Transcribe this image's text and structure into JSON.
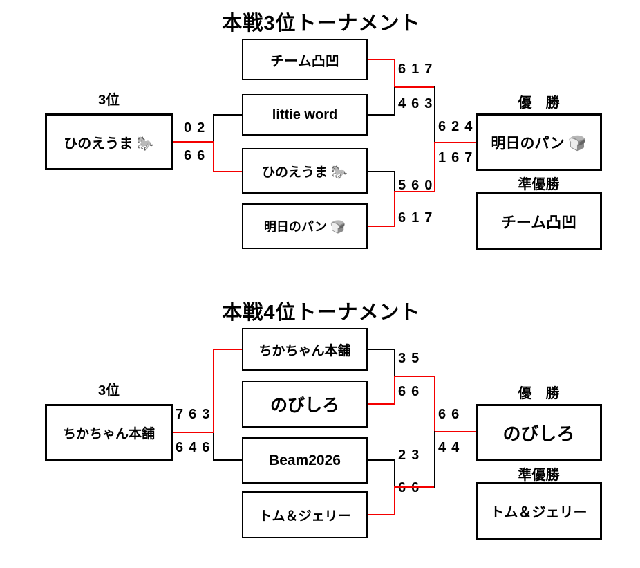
{
  "colors": {
    "background": "#ffffff",
    "line": "#000000",
    "winner_path": "#f40000"
  },
  "brackets": [
    {
      "title": "本戦3位トーナメント",
      "third": {
        "label": "3位",
        "name": "ひのえうま 🐎",
        "score_top": "02",
        "score_bottom": "66"
      },
      "entrants": {
        "t1": "チーム凸凹",
        "t2": "littie word",
        "t3": "ひのえうま 🐎",
        "t4": "明日のパン 🍞"
      },
      "scores": {
        "sf1_top": "617",
        "sf1_bottom": "463",
        "sf2_top": "560",
        "sf2_bottom": "617",
        "final_top": "624",
        "final_bottom": "167"
      },
      "champion": {
        "label": "優　勝",
        "name": "明日のパン 🍞"
      },
      "runner_up": {
        "label": "準優勝",
        "name": "チーム凸凹"
      }
    },
    {
      "title": "本戦4位トーナメント",
      "third": {
        "label": "3位",
        "name": "ちかちゃん本舗",
        "score_top": "763",
        "score_bottom": "646"
      },
      "entrants": {
        "t1": "ちかちゃん本舗",
        "t2": "のびしろ",
        "t3": "Beam2026",
        "t4": "トム＆ジェリー"
      },
      "scores": {
        "sf1_top": "35",
        "sf1_bottom": "66",
        "sf2_top": "23",
        "sf2_bottom": "66",
        "final_top": "66",
        "final_bottom": "44"
      },
      "champion": {
        "label": "優　勝",
        "name": "のびしろ"
      },
      "runner_up": {
        "label": "準優勝",
        "name": "トム＆ジェリー"
      }
    }
  ]
}
